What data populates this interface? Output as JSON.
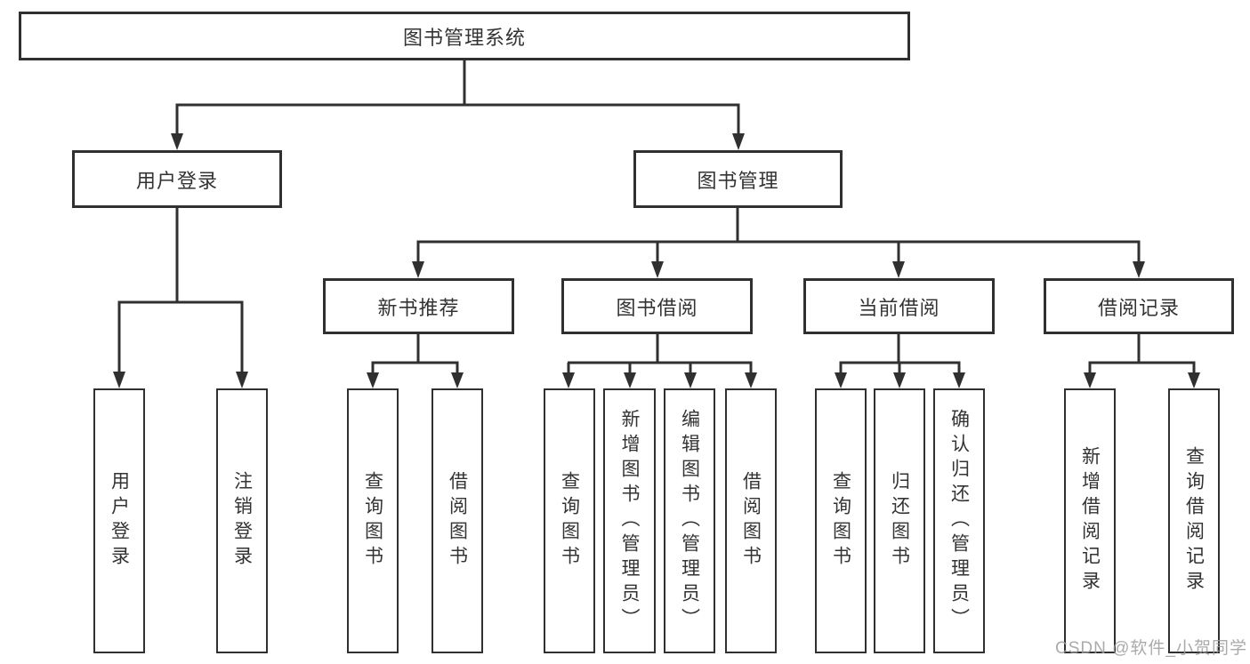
{
  "diagram": {
    "type": "hierarchy-tree",
    "root": {
      "label": "图书管理系统"
    },
    "branches": [
      {
        "label": "用户登录",
        "children": [
          {
            "label": "用户登录"
          },
          {
            "label": "注销登录"
          }
        ]
      },
      {
        "label": "图书管理",
        "children": [
          {
            "label": "新书推荐",
            "children": [
              {
                "label": "查询图书"
              },
              {
                "label": "借阅图书"
              }
            ]
          },
          {
            "label": "图书借阅",
            "children": [
              {
                "label": "查询图书"
              },
              {
                "label": "新增图书（管理员）"
              },
              {
                "label": "编辑图书（管理员）"
              },
              {
                "label": "借阅图书"
              }
            ]
          },
          {
            "label": "当前借阅",
            "children": [
              {
                "label": "查询图书"
              },
              {
                "label": "归还图书"
              },
              {
                "label": "确认归还（管理员）"
              }
            ]
          },
          {
            "label": "借阅记录",
            "children": [
              {
                "label": "新增借阅记录"
              },
              {
                "label": "查询借阅记录"
              }
            ]
          }
        ]
      }
    ],
    "watermark": "CSDN @软件_小贺同学",
    "colors": {
      "line": "#303030",
      "box_border": "#303030",
      "box_fill": "#ffffff",
      "text": "#333333",
      "watermark": "#9b9b9b",
      "background": "#ffffff"
    }
  }
}
